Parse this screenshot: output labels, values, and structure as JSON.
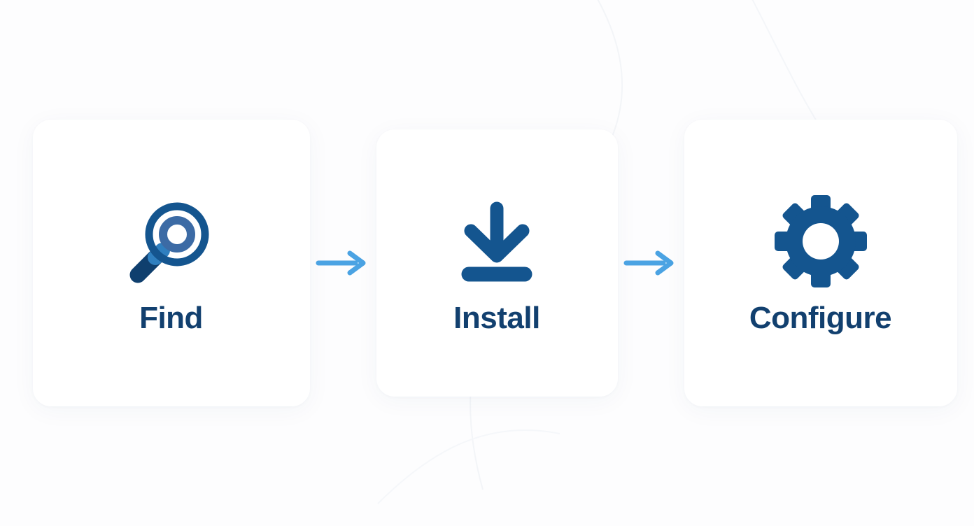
{
  "page": {
    "title": "Find Install Configure process flow",
    "background_color": "#fdfdfe",
    "card_background": "#ffffff",
    "label_color": "#12406f",
    "icon_primary_color": "#14558f",
    "icon_secondary_color": "#3c6ba5",
    "icon_dark_color": "#0f3f6e",
    "arrow_color": "#4ba3e3"
  },
  "flow": {
    "steps": [
      {
        "id": "find",
        "label": "Find",
        "icon": "magnifier-icon"
      },
      {
        "id": "install",
        "label": "Install",
        "icon": "download-arrow-icon"
      },
      {
        "id": "configure",
        "label": "Configure",
        "icon": "gear-icon"
      }
    ],
    "connectors": [
      {
        "id": "arrow-1",
        "icon": "arrow-right-icon"
      },
      {
        "id": "arrow-2",
        "icon": "arrow-right-icon"
      }
    ]
  }
}
